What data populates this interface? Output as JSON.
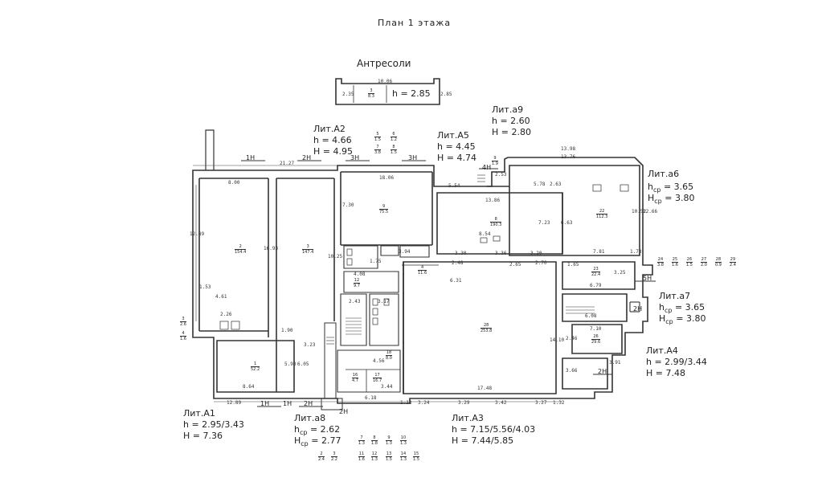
{
  "title": "План 1 этажа",
  "mezzanine": {
    "label": "Антресоли",
    "dims": [
      "10.06",
      "2.35",
      "2.85"
    ],
    "height": "h = 2.85",
    "room": {
      "n": "3",
      "d": "8.3"
    }
  },
  "lit_a2": {
    "name": "Лит.А2",
    "h": "h = 4.66",
    "H": "H = 4.95"
  },
  "lit_a5": {
    "name": "Лит.А5",
    "h": "h = 4.45",
    "H": "H = 4.74"
  },
  "lit_a9": {
    "name": "Лит.а9",
    "h": "h = 2.60",
    "H": "H = 2.80"
  },
  "lit_a6": {
    "name": "Лит.а6",
    "h_pre": "h",
    "h_sub": "ср",
    "h_val": " = 3.65",
    "H_pre": "H",
    "H_sub": "ср",
    "H_val": " = 3.80"
  },
  "lit_a7": {
    "name": "Лит.а7",
    "h_pre": "h",
    "h_sub": "ср",
    "h_val": " = 3.65",
    "H_pre": "H",
    "H_sub": "ср",
    "H_val": " = 3.80"
  },
  "lit_a4": {
    "name": "Лит.А4",
    "h": "h = 2.99/3.44",
    "H": "H = 7.48"
  },
  "lit_a1": {
    "name": "Лит.А1",
    "h": "h = 2.95/3.43",
    "H": "H = 7.36"
  },
  "lit_a8": {
    "name": "Лит.а8",
    "h_pre": "h",
    "h_sub": "ср",
    "h_val": " = 2.62",
    "H_pre": "H",
    "H_sub": "ср",
    "H_val": " = 2.77"
  },
  "lit_a3": {
    "name": "Лит.А3",
    "h": "h = 7.15/5.56/4.03",
    "H": "H = 7.44/5.85"
  },
  "axes": {
    "a1": "1Н",
    "a2": "2Н",
    "a3": "3Н",
    "a4": "4Н",
    "a5": "5Н"
  },
  "dims": {
    "d2127": "21.27",
    "d800": "8.00",
    "d1806": "18.06",
    "d1398": "13.98",
    "d1376": "13.76",
    "d1289": "12.89",
    "d1693": "16.93",
    "d1025": "10.25",
    "d730": "7.30",
    "d1386": "13.86",
    "d723": "7.23",
    "d663": "6.63",
    "d1052": "10.52",
    "d1266": "12.66",
    "d781": "7.81",
    "d173": "1.73",
    "d578": "5.78",
    "d554": "5.54",
    "d253": "2.53",
    "d330": "3.30",
    "d336": "3.36",
    "d320": "3.20",
    "d248": "2.48",
    "d631": "6.31",
    "d265": "2.65",
    "d270": "2.70",
    "d165": "1.65",
    "d679": "6.79",
    "d325": "3.25",
    "d153": "1.53",
    "d461": "4.61",
    "d226": "2.26",
    "d190": "1.90",
    "d323": "3.23",
    "d593": "5.93",
    "d605": "6.05",
    "d864": "8.64",
    "d1289b": "12.89",
    "d1748": "17.48",
    "d1410": "14.10",
    "d366": "3.66",
    "d391": "3.91",
    "d324": "3.24",
    "d329": "3.29",
    "d342": "3.42",
    "d327": "3.27",
    "d113": "1.13",
    "d132": "1.32",
    "d618": "6.18",
    "d344": "3.44",
    "d456": "4.56",
    "d608": "6.08",
    "d710": "7.10",
    "d246": "2.46",
    "d394": "3.94",
    "d243": "2.43",
    "d317": "3.17",
    "d408": "4.08",
    "d175": "1.75",
    "d263": "2.63",
    "d854": "8.54"
  },
  "rooms": {
    "r1": {
      "n": "1",
      "a": "52.2"
    },
    "r2": {
      "n": "2",
      "a": "154.4"
    },
    "r3": {
      "n": "3",
      "a": "147.4"
    },
    "r4": {
      "n": "4",
      "a": "11.6"
    },
    "r5": {
      "n": "8",
      "a": "190.3"
    },
    "r6": {
      "n": "9",
      "a": "75.5"
    },
    "r7": {
      "n": "22",
      "a": "112.3"
    },
    "r8": {
      "n": "23",
      "a": "22.4"
    },
    "r9": {
      "n": "28",
      "a": "253.8"
    },
    "r10": {
      "n": "26",
      "a": "29.6"
    },
    "r11": {
      "n": "17",
      "a": "16.7"
    },
    "r12": {
      "n": "16",
      "a": "4.7"
    },
    "r13": {
      "n": "18",
      "a": "8.0"
    },
    "r14": {
      "n": "12",
      "a": "9.7"
    }
  },
  "legend": {
    "mid": [
      {
        "n": "5",
        "d": "1.5"
      },
      {
        "n": "6",
        "d": "1.2"
      },
      {
        "n": "7",
        "d": "3.8"
      },
      {
        "n": "8",
        "d": "1.5"
      }
    ],
    "a9": [
      {
        "n": "9",
        "d": "1.9"
      }
    ],
    "right": [
      {
        "n": "24",
        "d": "3.8"
      },
      {
        "n": "25",
        "d": "1.6"
      },
      {
        "n": "26",
        "d": "1.5"
      },
      {
        "n": "27",
        "d": "2.0"
      },
      {
        "n": "28",
        "d": "0.9"
      },
      {
        "n": "29",
        "d": "2.4"
      }
    ],
    "left": [
      {
        "n": "3",
        "d": "2.6"
      },
      {
        "n": "4",
        "d": "1.6"
      }
    ],
    "a8": [
      {
        "n": "7",
        "d": "1.3"
      },
      {
        "n": "8",
        "d": "1.8"
      },
      {
        "n": "9",
        "d": "1.3"
      },
      {
        "n": "10",
        "d": "1.3"
      }
    ],
    "a8b": [
      {
        "n": "11",
        "d": "1.6"
      },
      {
        "n": "12",
        "d": "1.3"
      },
      {
        "n": "13",
        "d": "1.5"
      },
      {
        "n": "14",
        "d": "1.3"
      },
      {
        "n": "15",
        "d": "1.5"
      }
    ],
    "a8c": [
      {
        "n": "2",
        "d": "2.4"
      },
      {
        "n": "3",
        "d": "2.2"
      }
    ]
  }
}
